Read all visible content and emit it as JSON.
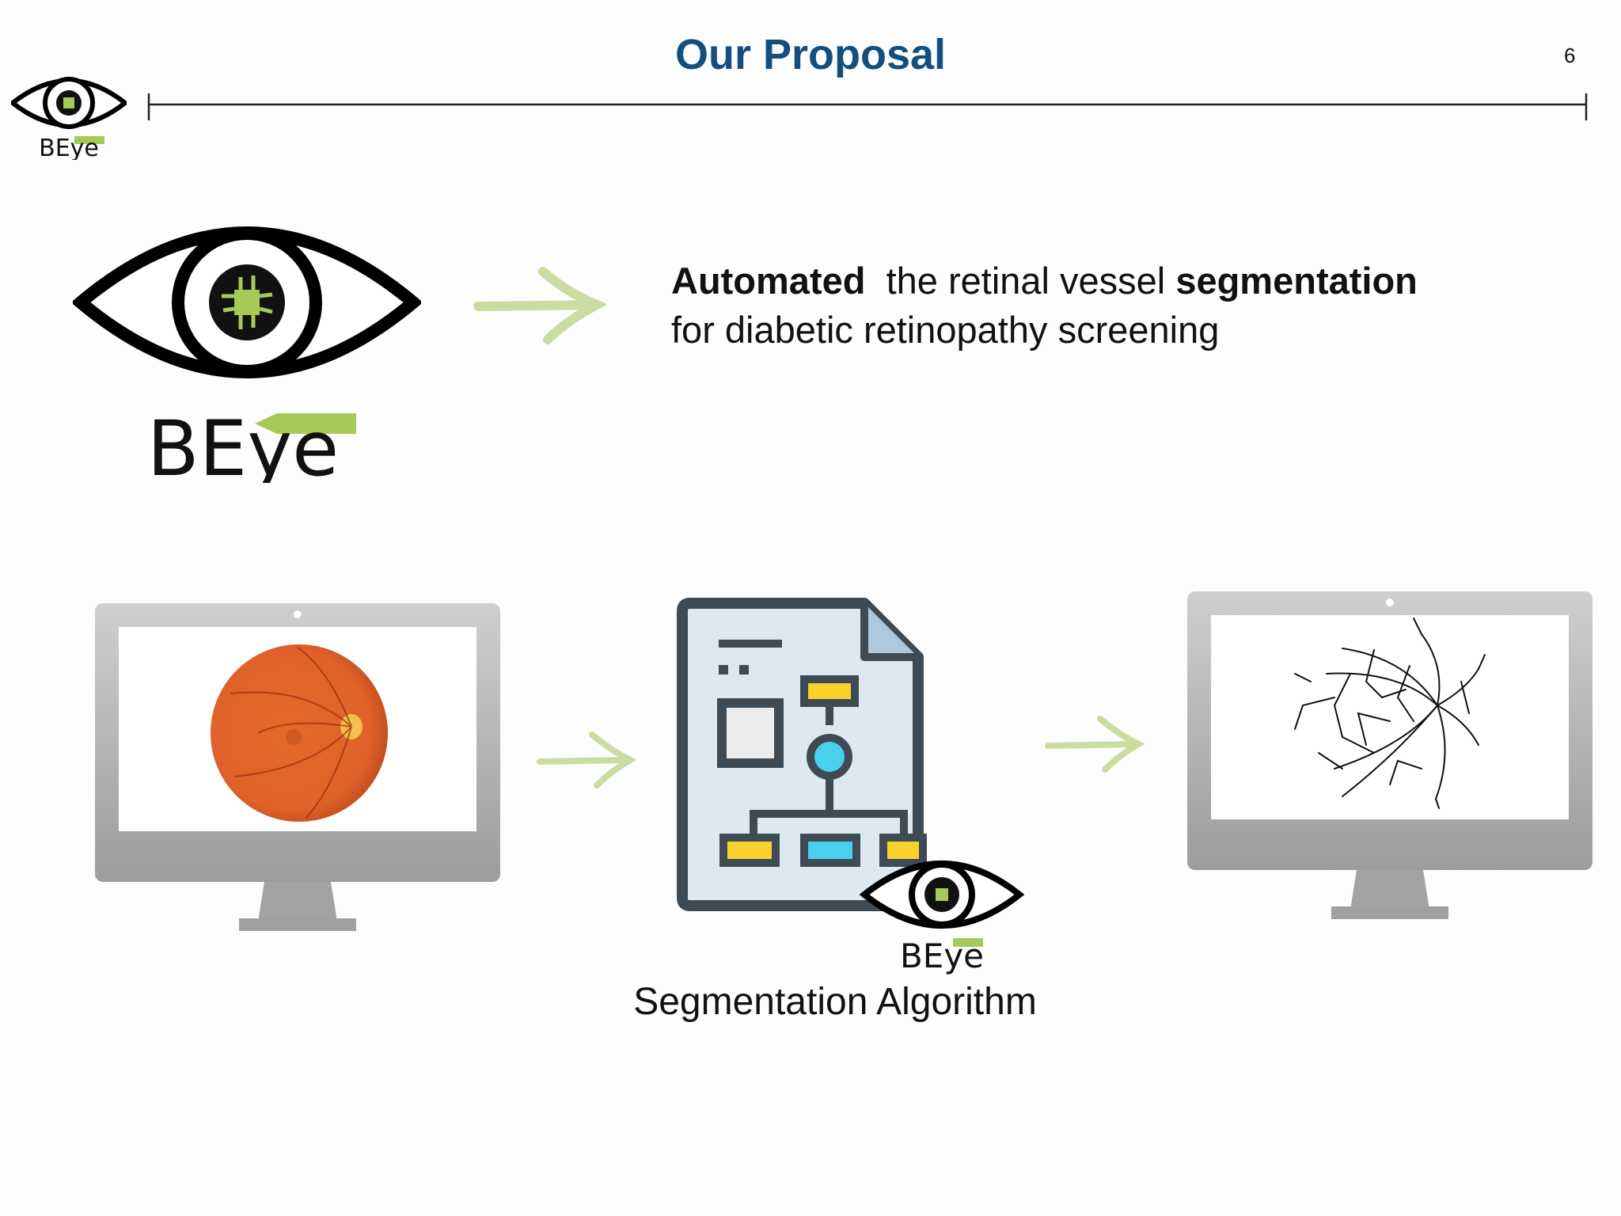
{
  "slide": {
    "title": "Our Proposal",
    "page_number": "6"
  },
  "logo": {
    "text": "BEye",
    "brand_green": "#a7c957"
  },
  "headline": {
    "word1": "Automated",
    "text1": "  the retinal vessel ",
    "word2": "segmentation",
    "line2": "for diabetic retinopathy screening"
  },
  "pipeline": {
    "input_image": "retina-fundus-image",
    "algorithm_label": "Segmentation Algorithm",
    "output_image": "vessel-segmentation-map"
  },
  "colors": {
    "title": "#124f80",
    "arrow": "#cbdca0",
    "monitor": "#a8a8a8",
    "document_fill": "#dce9f3",
    "document_outline": "#3e4b55",
    "accent_yellow": "#f8d12e",
    "accent_cyan": "#49d0ea"
  }
}
